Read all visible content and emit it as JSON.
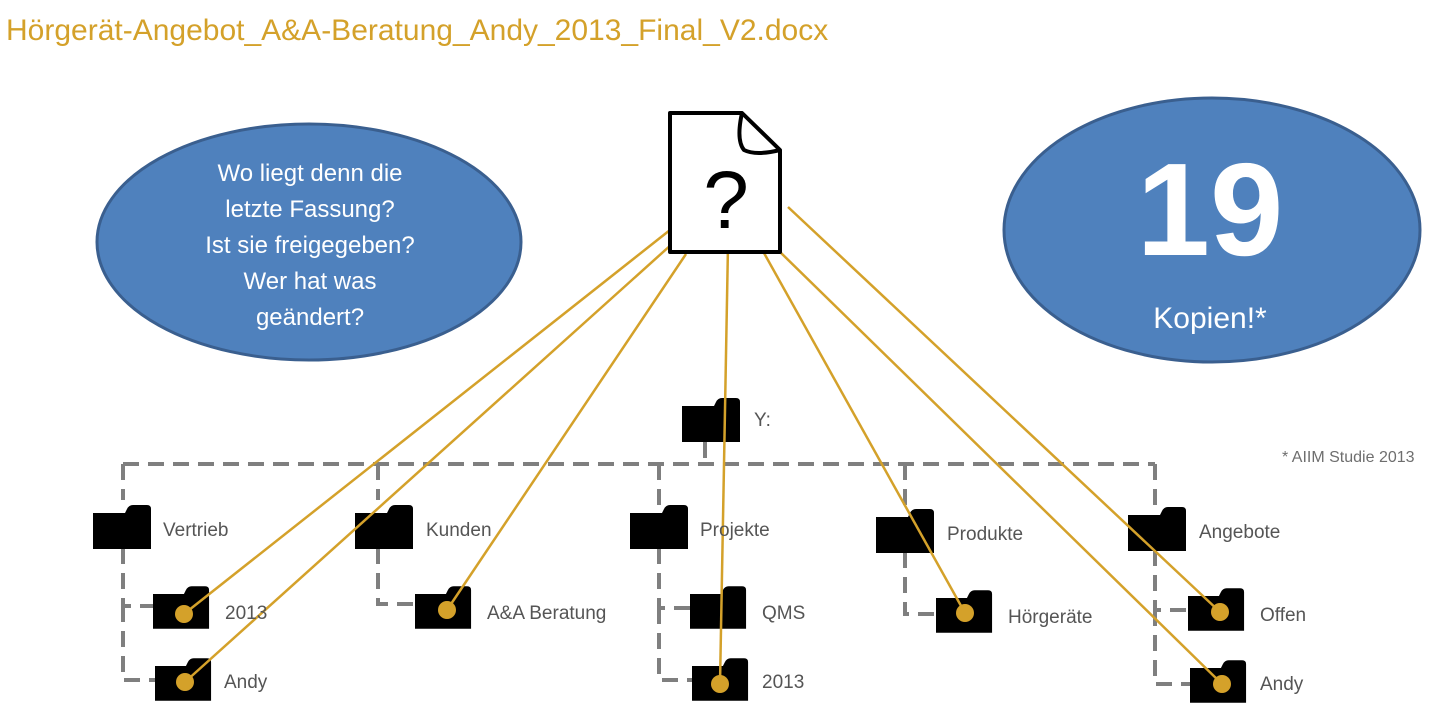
{
  "title": "Hörgerät-Angebot_A&A-Beratung_Andy_2013_Final_V2.docx",
  "document_icon": "question-document-icon",
  "question_bubble": {
    "lines": [
      "Wo liegt denn die",
      "letzte Fassung?",
      "Ist sie freigegeben?",
      "Wer hat was",
      "geändert?"
    ]
  },
  "copies_bubble": {
    "count": "19",
    "label": "Kopien!*"
  },
  "footnote": "* AIIM Studie 2013",
  "root_folder": "Y:",
  "folders": {
    "vertrieb": {
      "label": "Vertrieb",
      "children": [
        "2013",
        "Andy"
      ]
    },
    "kunden": {
      "label": "Kunden",
      "children": [
        "A&A Beratung"
      ]
    },
    "projekte": {
      "label": "Projekte",
      "children": [
        "QMS",
        "2013"
      ]
    },
    "produkte": {
      "label": "Produkte",
      "children": [
        "Hörgeräte"
      ]
    },
    "angebote": {
      "label": "Angebote",
      "children": [
        "Offen",
        "Andy"
      ]
    }
  },
  "colors": {
    "accent": "#d4a12a",
    "bubble": "#4f81bd",
    "bubble_border": "#3a5f8f",
    "folder": "#000000",
    "tree_line": "#7f7f7f"
  }
}
